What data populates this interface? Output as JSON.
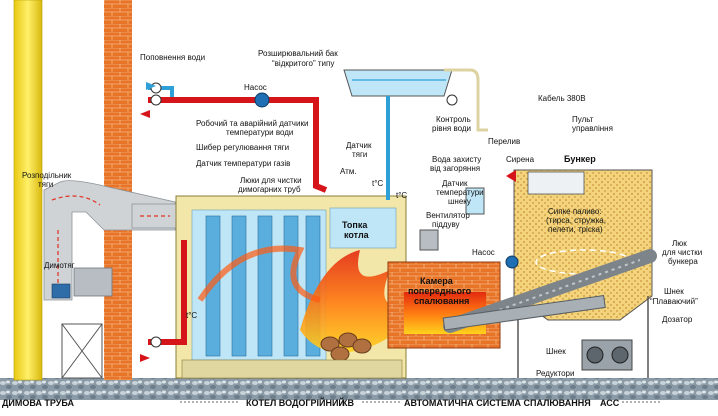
{
  "labels": {
    "water_fill": "Поповнення води",
    "expansion_tank_1": "Розширювальний бак",
    "expansion_tank_2": "“відкритого” типу",
    "pump_top": "Насос",
    "water_level_1": "Контроль",
    "water_level_2": "рівня води",
    "overflow": "Перелив",
    "cable": "Кабель 380В",
    "control_panel_1": "Пульт",
    "control_panel_2": "управління",
    "siren": "Сирена",
    "bunker": "Бункер",
    "work_sensor_1": "Робочий та аварійний датчики",
    "work_sensor_2": "температури води",
    "draft_damper": "Шибер регулювання тяги",
    "gas_temp_sensor": "Датчик температури газів",
    "hatch_1": "Люки для чистки",
    "hatch_2": "димогарних труб",
    "draft_sensor_1": "Датчик",
    "draft_sensor_2": "тяги",
    "atm": "Атм.",
    "temp_1": "t°C",
    "temp_2": "t°C",
    "temp_3": "t°C",
    "furnace_1": "Топка",
    "furnace_2": "котла",
    "distributor_1": "Розподільник",
    "distributor_2": "тяги",
    "fire_water_1": "Вода захисту",
    "fire_water_2": "від загоряння",
    "auger_sensor_1": "Датчик",
    "auger_sensor_2": "температури",
    "auger_sensor_3": "шнеку",
    "fan_1": "Вентилятор",
    "fan_2": "піддуву",
    "pump_side": "Насос",
    "fuel_1": "Сипке паливо:",
    "fuel_2": "(тирса, стружка,",
    "fuel_3": "пелети, тріска)",
    "bunker_hatch_1": "Люк",
    "bunker_hatch_2": "для чистки",
    "bunker_hatch_3": "бункера",
    "floating_auger_1": "Шнек",
    "floating_auger_2": "“Плаваючий”",
    "precombustion_1": "Камера",
    "precombustion_2": "попереднього",
    "precombustion_3": "спалювання",
    "smoke_exhauster": "Димотяг",
    "doser": "Дозатор",
    "auger": "Шнек",
    "reducers": "Редуктори",
    "chimney": "ДИМОВА ТРУБА",
    "boiler": "КОТЕЛ ВОДОГРІЙНИЙ",
    "boiler_code": "КВ",
    "auto_system": "АВТОМАТИЧНА СИСТЕМА СПАЛЮВАННЯ",
    "auto_code": "АСС"
  },
  "colors": {
    "hot_pipe": "#d6151b",
    "cold_pipe": "#2f9fd8",
    "boiler_body": "#f2e6a8",
    "water": "#bfe6f7",
    "brick": "#e8742a",
    "chimney": "#f4de1e",
    "fuel": "#f0d27a",
    "gas_duct": "#cfd3d6",
    "metal": "#9aa3aa"
  }
}
